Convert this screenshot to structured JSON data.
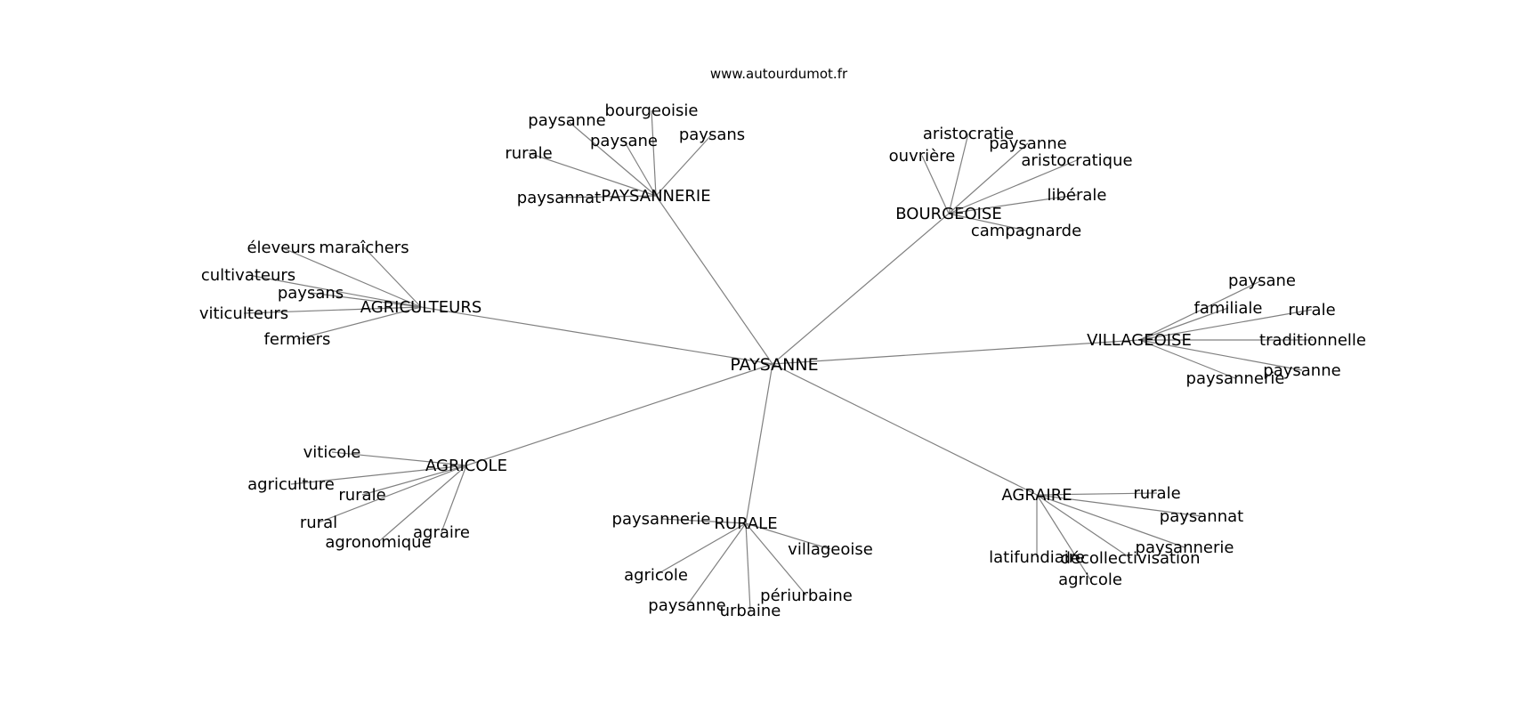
{
  "source": "www.autourdumot.fr",
  "center": "PAYSANNE",
  "clusters": [
    {
      "label": "PAYSANNERIE",
      "leaves": [
        "bourgeoisie",
        "paysanne",
        "paysane",
        "paysans",
        "rurale",
        "paysannat"
      ]
    },
    {
      "label": "BOURGEOISE",
      "leaves": [
        "aristocratie",
        "paysanne",
        "ouvrière",
        "aristocratique",
        "libérale",
        "campagnarde"
      ]
    },
    {
      "label": "AGRICULTEURS",
      "leaves": [
        "éleveurs",
        "maraîchers",
        "cultivateurs",
        "paysans",
        "viticulteurs",
        "fermiers"
      ]
    },
    {
      "label": "VILLAGEOISE",
      "leaves": [
        "paysane",
        "familiale",
        "rurale",
        "traditionnelle",
        "paysanne",
        "paysannerie"
      ]
    },
    {
      "label": "AGRICOLE",
      "leaves": [
        "viticole",
        "agriculture",
        "rurale",
        "rural",
        "agraire",
        "agronomique"
      ]
    },
    {
      "label": "RURALE",
      "leaves": [
        "paysannerie",
        "villageoise",
        "agricole",
        "périurbaine",
        "paysanne",
        "urbaine"
      ]
    },
    {
      "label": "AGRAIRE",
      "leaves": [
        "rurale",
        "paysannat",
        "paysannerie",
        "latifundiaire",
        "décollectivisation",
        "agricole"
      ]
    }
  ]
}
